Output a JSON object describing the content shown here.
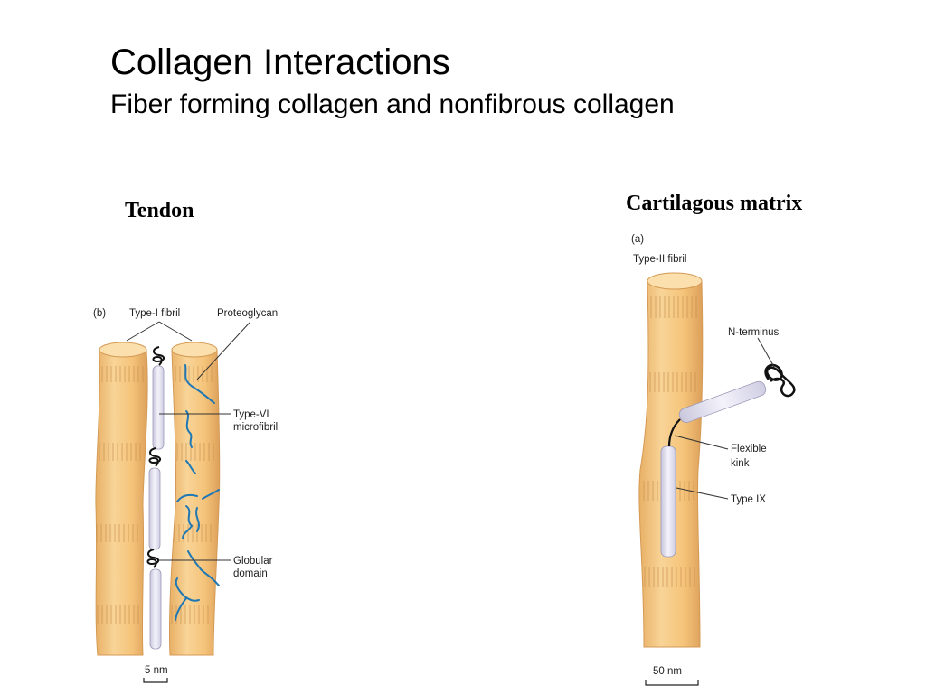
{
  "slide": {
    "title": "Collagen Interactions",
    "subtitle": "Fiber forming collagen and nonfibrous collagen"
  },
  "panels": {
    "tendon": {
      "heading": "Tendon",
      "panel_letter": "(b)",
      "labels": {
        "type_i_fibril": "Type-I fibril",
        "proteoglycan": "Proteoglycan",
        "type_vi_line1": "Type-VI",
        "type_vi_line2": "microfibril",
        "globular_line1": "Globular",
        "globular_line2": "domain"
      },
      "scale": "5 nm"
    },
    "cartilage": {
      "heading": "Cartilagous matrix",
      "panel_letter": "(a)",
      "labels": {
        "type_ii_fibril": "Type-II fibril",
        "n_terminus": "N-terminus",
        "flexible_line1": "Flexible",
        "flexible_line2": "kink",
        "type_ix": "Type IX"
      },
      "scale": "50 nm"
    }
  },
  "colors": {
    "fibril": "#f5c77e",
    "fibril_top": "#f9d9a0",
    "fibril_stripe": "#c9955a",
    "microfibril": "#e9e8f4",
    "proteoglycan": "#1f78b4"
  }
}
